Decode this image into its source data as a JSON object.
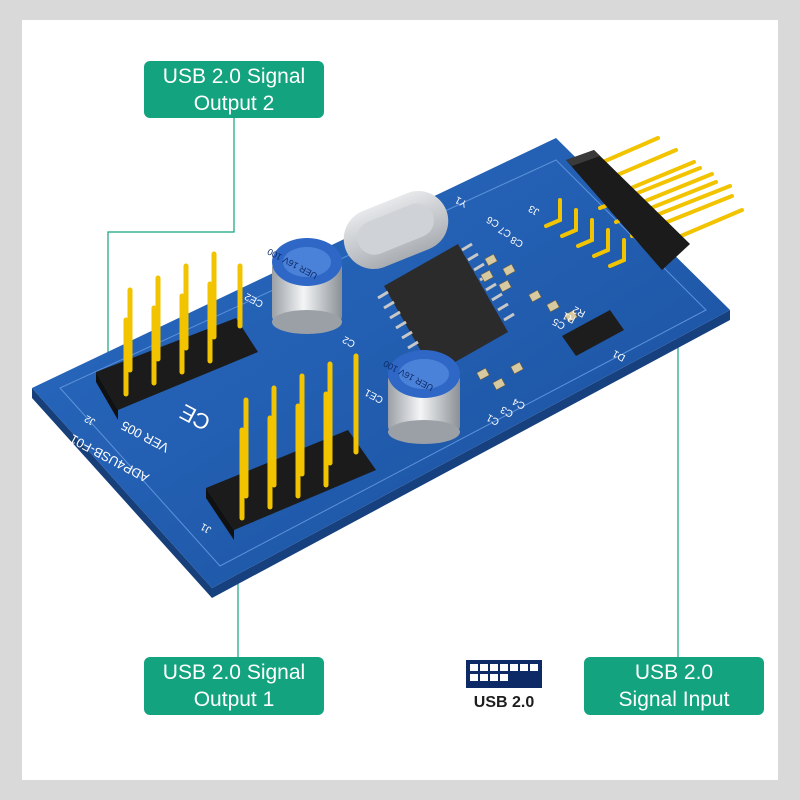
{
  "labels": {
    "output2": {
      "line1": "USB 2.0 Signal",
      "line2": "Output 2"
    },
    "output1": {
      "line1": "USB 2.0 Signal",
      "line2": "Output 1"
    },
    "input": {
      "line1": "USB 2.0",
      "line2": "Signal  Input"
    }
  },
  "usb_badge": {
    "text": "USB 2.0"
  },
  "board_markings": {
    "model": "ADP4USB-F01",
    "version": "VER 005",
    "ce": "CE",
    "j1": "J1",
    "j2": "J2",
    "j3": "J3",
    "y1": "Y1",
    "cap_top": "UER 16V 100",
    "cap_bottom": "UER 16V 100",
    "c1": "C1",
    "c2": "C2",
    "c3": "C3",
    "c4": "C4",
    "c5": "C5",
    "c6": "C6",
    "c7": "C7",
    "c8": "C8",
    "r1": "R1",
    "r2": "R2",
    "d1": "D1",
    "ce1": "CE1",
    "ce2": "CE2"
  },
  "colors": {
    "label_green": "#13a37f",
    "board_blue": "#1f5fb2",
    "pin_gold": "#f2c400",
    "header_black": "#1b1b1b",
    "leader_line": "#13a37f"
  }
}
